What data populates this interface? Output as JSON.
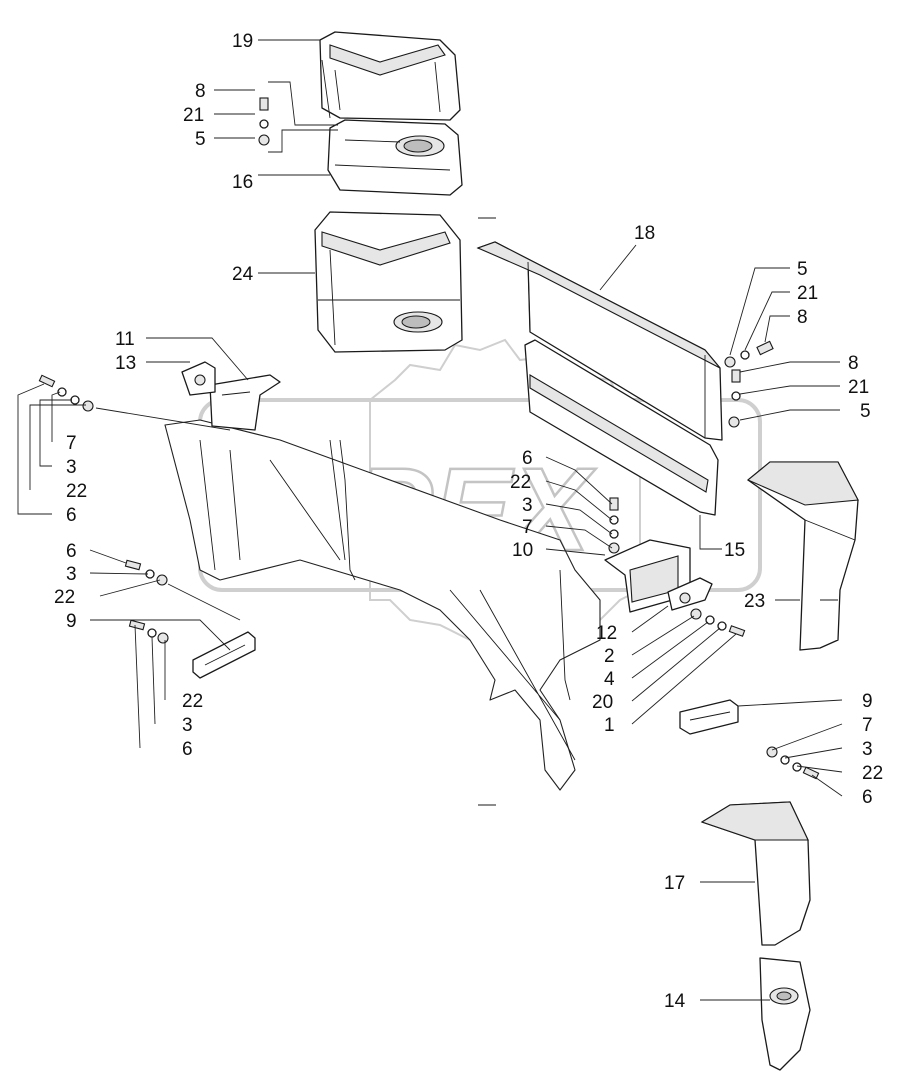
{
  "watermark": {
    "text": "OPEX",
    "color": "#c4c4c4"
  },
  "callouts": {
    "c19": "19",
    "c8a": "8",
    "c21a": "21",
    "c5a": "5",
    "c16": "16",
    "c24": "24",
    "c18": "18",
    "c5b": "5",
    "c21b": "21",
    "c8b": "8",
    "c8c": "8",
    "c21c": "21",
    "c5c": "5",
    "c11": "11",
    "c13": "13",
    "c7a": "7",
    "c3a": "3",
    "c22a": "22",
    "c6a": "6",
    "c6b": "6",
    "c22b": "22",
    "c3b": "3",
    "c7b": "7",
    "c10": "10",
    "c15": "15",
    "c6c": "6",
    "c3c": "3",
    "c22c": "22",
    "c9a": "9",
    "c22d": "22",
    "c3d": "3",
    "c6d": "6",
    "c23": "23",
    "c12": "12",
    "c2": "2",
    "c4": "4",
    "c20": "20",
    "c1": "1",
    "c9b": "9",
    "c7c": "7",
    "c3e": "3",
    "c22e": "22",
    "c6e": "6",
    "c17": "17",
    "c14": "14"
  }
}
